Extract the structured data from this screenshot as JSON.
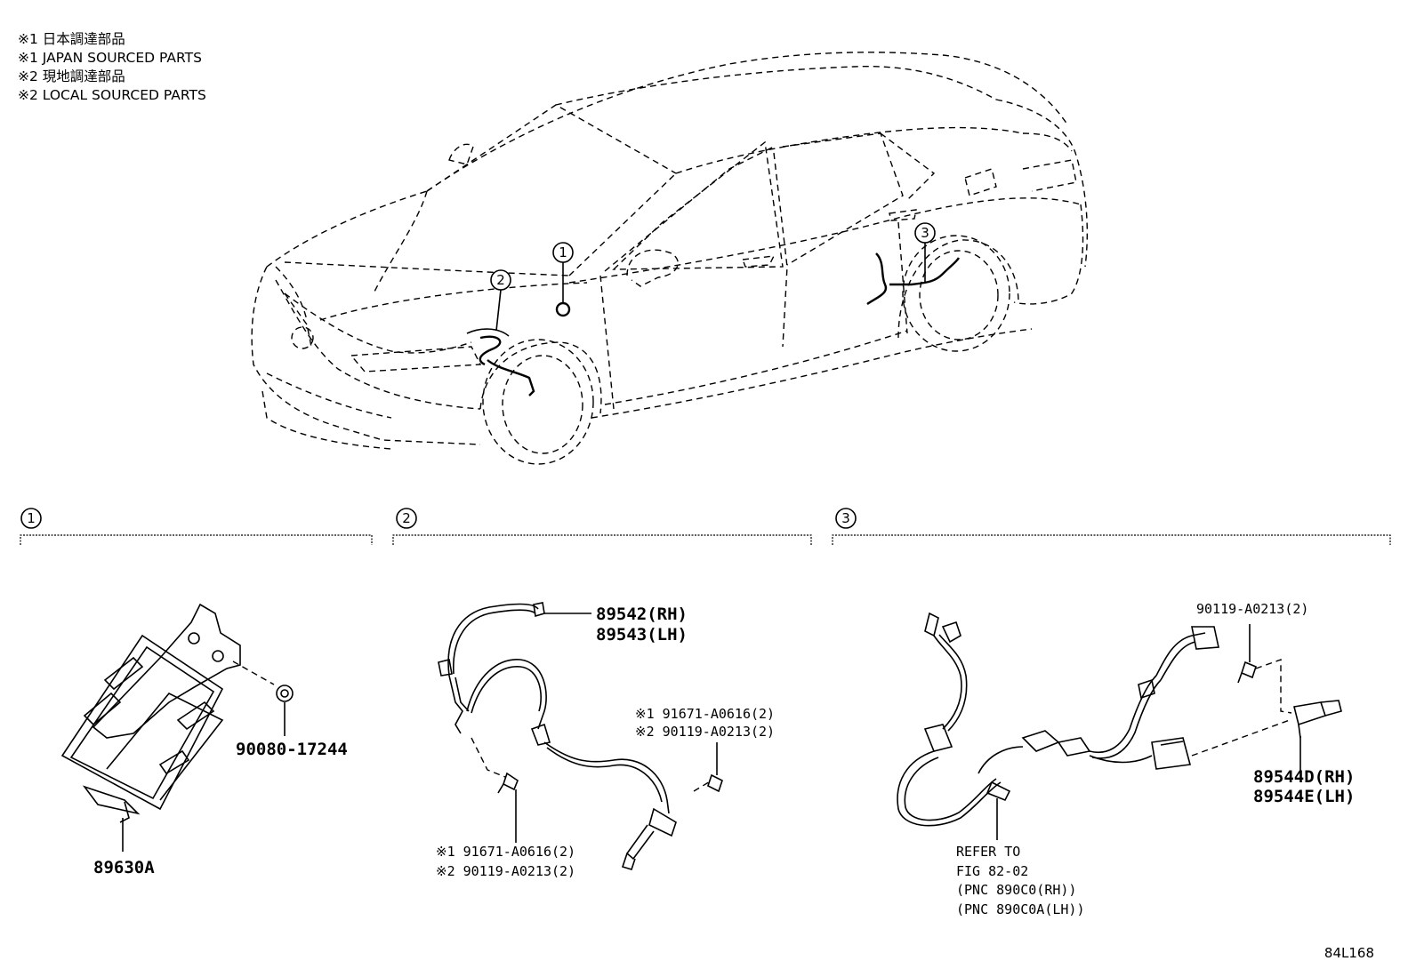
{
  "legend": [
    "※1 日本調達部品",
    "※1 JAPAN SOURCED PARTS",
    "※2 現地調達部品",
    "※2 LOCAL SOURCED PARTS"
  ],
  "callouts": {
    "c1": "1",
    "c2": "2",
    "c3": "3"
  },
  "sections": {
    "s1": "1",
    "s2": "2",
    "s3": "3"
  },
  "parts": {
    "p1": {
      "module": "89630A",
      "clip": "90080-17244"
    },
    "p2": {
      "sensor_rh": "89542(RH)",
      "sensor_lh": "89543(LH)",
      "bolt_a_1": "※1 91671-A0616(2)",
      "bolt_a_2": "※2 90119-A0213(2)",
      "bolt_b_1": "※1 91671-A0616(2)",
      "bolt_b_2": "※2 90119-A0213(2)"
    },
    "p3": {
      "bolt": "90119-A0213(2)",
      "sensor_rh": "89544D(RH)",
      "sensor_lh": "89544E(LH)",
      "refer_1": "REFER TO",
      "refer_2": "FIG 82-02",
      "pnc_rh": "(PNC 890C0(RH))",
      "pnc_lh": "(PNC 890C0A(LH))"
    }
  },
  "figure_id": "84L168"
}
